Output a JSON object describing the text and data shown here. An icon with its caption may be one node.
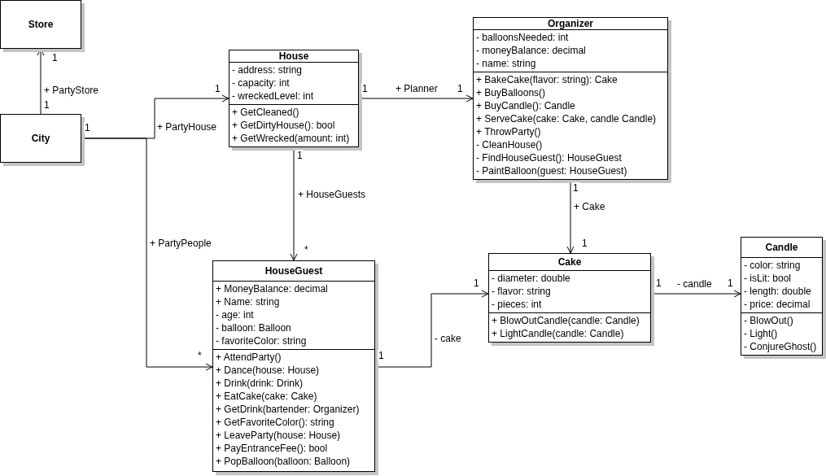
{
  "diagram": {
    "nodes": [
      {
        "text": [
          "Store"
        ]
      },
      {
        "text": [
          "City"
        ]
      },
      {
        "text": [
          "House",
          "- address: string",
          "- capacity: int",
          "- wreckedLevel: int",
          "+ GetCleaned()",
          "+ GetDirtyHouse(): bool",
          "+ GetWrecked(amount: int)"
        ]
      },
      {
        "text": [
          "Organizer",
          "- balloonsNeeded: int",
          "- moneyBalance: decimal",
          "- name: string",
          "+ BakeCake(flavor: string): Cake",
          "+ BuyBalloons()",
          "+ BuyCandle(): Candle",
          "+ ServeCake(cake: Cake, candle Candle)",
          "+ ThrowParty()",
          "- CleanHouse()",
          "- FindHouseGuest(): HouseGuest",
          "- PaintBalloon(guest: HouseGuest)"
        ]
      },
      {
        "text": [
          "HouseGuest",
          "+ MoneyBalance: decimal",
          "+ Name: string",
          "- age: int",
          "- balloon: Balloon",
          "- favoriteColor: string",
          "+ AttendParty()",
          "+ Dance(house: House)",
          "+ Drink(drink: Drink)",
          "+ EatCake(cake: Cake)",
          "+ GetDrink(bartender: Organizer)",
          "+ GetFavoriteColor(): string",
          "+ LeaveParty(house: House)",
          "+ PayEntranceFee(): bool",
          "+ PopBalloon(balloon: Balloon)"
        ]
      },
      {
        "text": [
          "Cake",
          "- diameter: double",
          "- flavor: string",
          "- pieces: int",
          "+ BlowOutCandle(candle: Candle)",
          "+ LightCandle(candle: Candle)"
        ]
      },
      {
        "text": [
          "Candle",
          "- color: string",
          "- isLit: bool",
          "- length: double",
          "- price: decimal",
          "- BlowOut()",
          "- Light()",
          "- ConjureGhost()"
        ]
      }
    ],
    "edges": [
      {
        "from": 1,
        "to": 0,
        "arrow": "to",
        "label": "+ PartyStore"
      },
      {
        "from": 1,
        "to": 2,
        "arrow": "to",
        "label": "+ PartyHouse"
      },
      {
        "from": 1,
        "to": 4,
        "arrow": "to",
        "label": "+ PartyPeople"
      },
      {
        "from": 2,
        "to": 3,
        "arrow": "to",
        "label": "+ Planner"
      },
      {
        "from": 2,
        "to": 4,
        "arrow": "to",
        "label": "+ HouseGuests"
      },
      {
        "from": 3,
        "to": 5,
        "arrow": "to",
        "label": "+ Cake"
      },
      {
        "from": 4,
        "to": 5,
        "arrow": "to",
        "label": "- cake"
      },
      {
        "from": 5,
        "to": 6,
        "arrow": "to",
        "label": "- candle"
      }
    ],
    "labels": [
      "1",
      "1",
      "1",
      "1",
      "1",
      "1",
      "1",
      "*",
      "1",
      "1",
      "1",
      "1",
      "1",
      "*",
      "1"
    ]
  }
}
